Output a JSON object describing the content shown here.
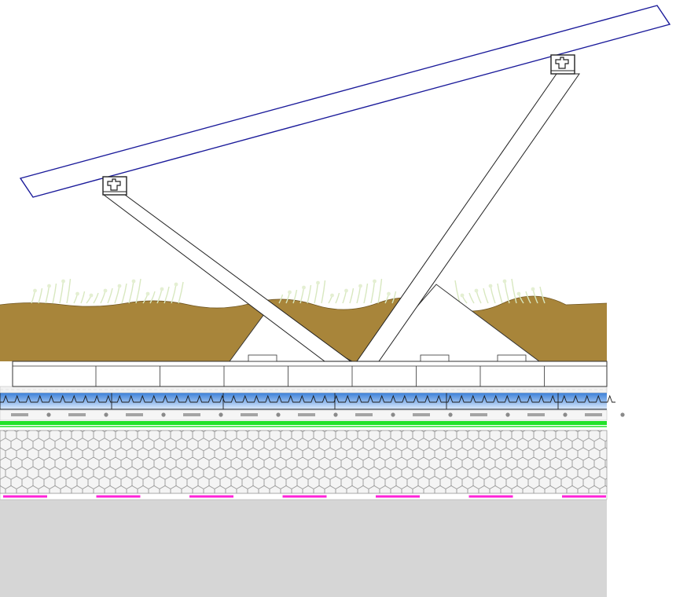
{
  "diagram": {
    "kind": "green-roof-solar-mount-section",
    "labels": [],
    "layers": [
      {
        "name": "solar-panel",
        "color": "#1a1a9a"
      },
      {
        "name": "mounting-profile",
        "color": "#222222"
      },
      {
        "name": "vegetation",
        "color": "#cfe3b0"
      },
      {
        "name": "substrate",
        "color": "#a8853a"
      },
      {
        "name": "ballast-frame",
        "color": "#ffffff"
      },
      {
        "name": "filter-fleece",
        "color": "#e8e8e8"
      },
      {
        "name": "drainage-element",
        "color": "#4a8fe0"
      },
      {
        "name": "protection-mat",
        "color": "#9a9a9a"
      },
      {
        "name": "root-barrier",
        "color": "#22e22a"
      },
      {
        "name": "insulation",
        "color": "#dcdcdc"
      },
      {
        "name": "vapour-barrier",
        "color": "#ff22d8"
      },
      {
        "name": "concrete-slab",
        "color": "#d6d6d6"
      }
    ]
  }
}
